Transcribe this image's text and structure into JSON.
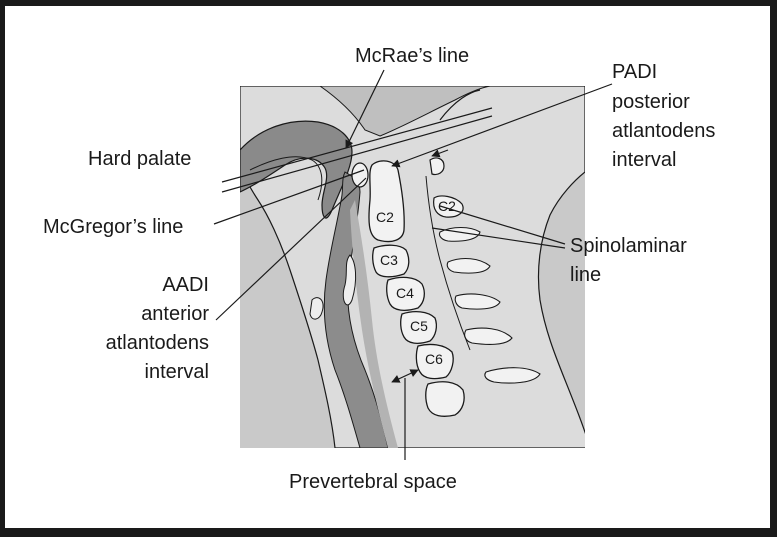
{
  "labels": {
    "mcrae": "McRae’s line",
    "padi": [
      "PADI",
      "posterior",
      "atlantodens",
      "interval"
    ],
    "hard_palate": "Hard palate",
    "mcgregor": "McGregor’s line",
    "aadi": [
      "AADI",
      "anterior",
      "atlantodens",
      "interval"
    ],
    "spinolaminar": [
      "Spinolaminar",
      "line"
    ],
    "prevertebral": "Prevertebral space"
  },
  "vertebrae": {
    "c2_body": "C2",
    "c2_spinous": "C2",
    "c3": "C3",
    "c4": "C4",
    "c5": "C5",
    "c6": "C6"
  }
}
